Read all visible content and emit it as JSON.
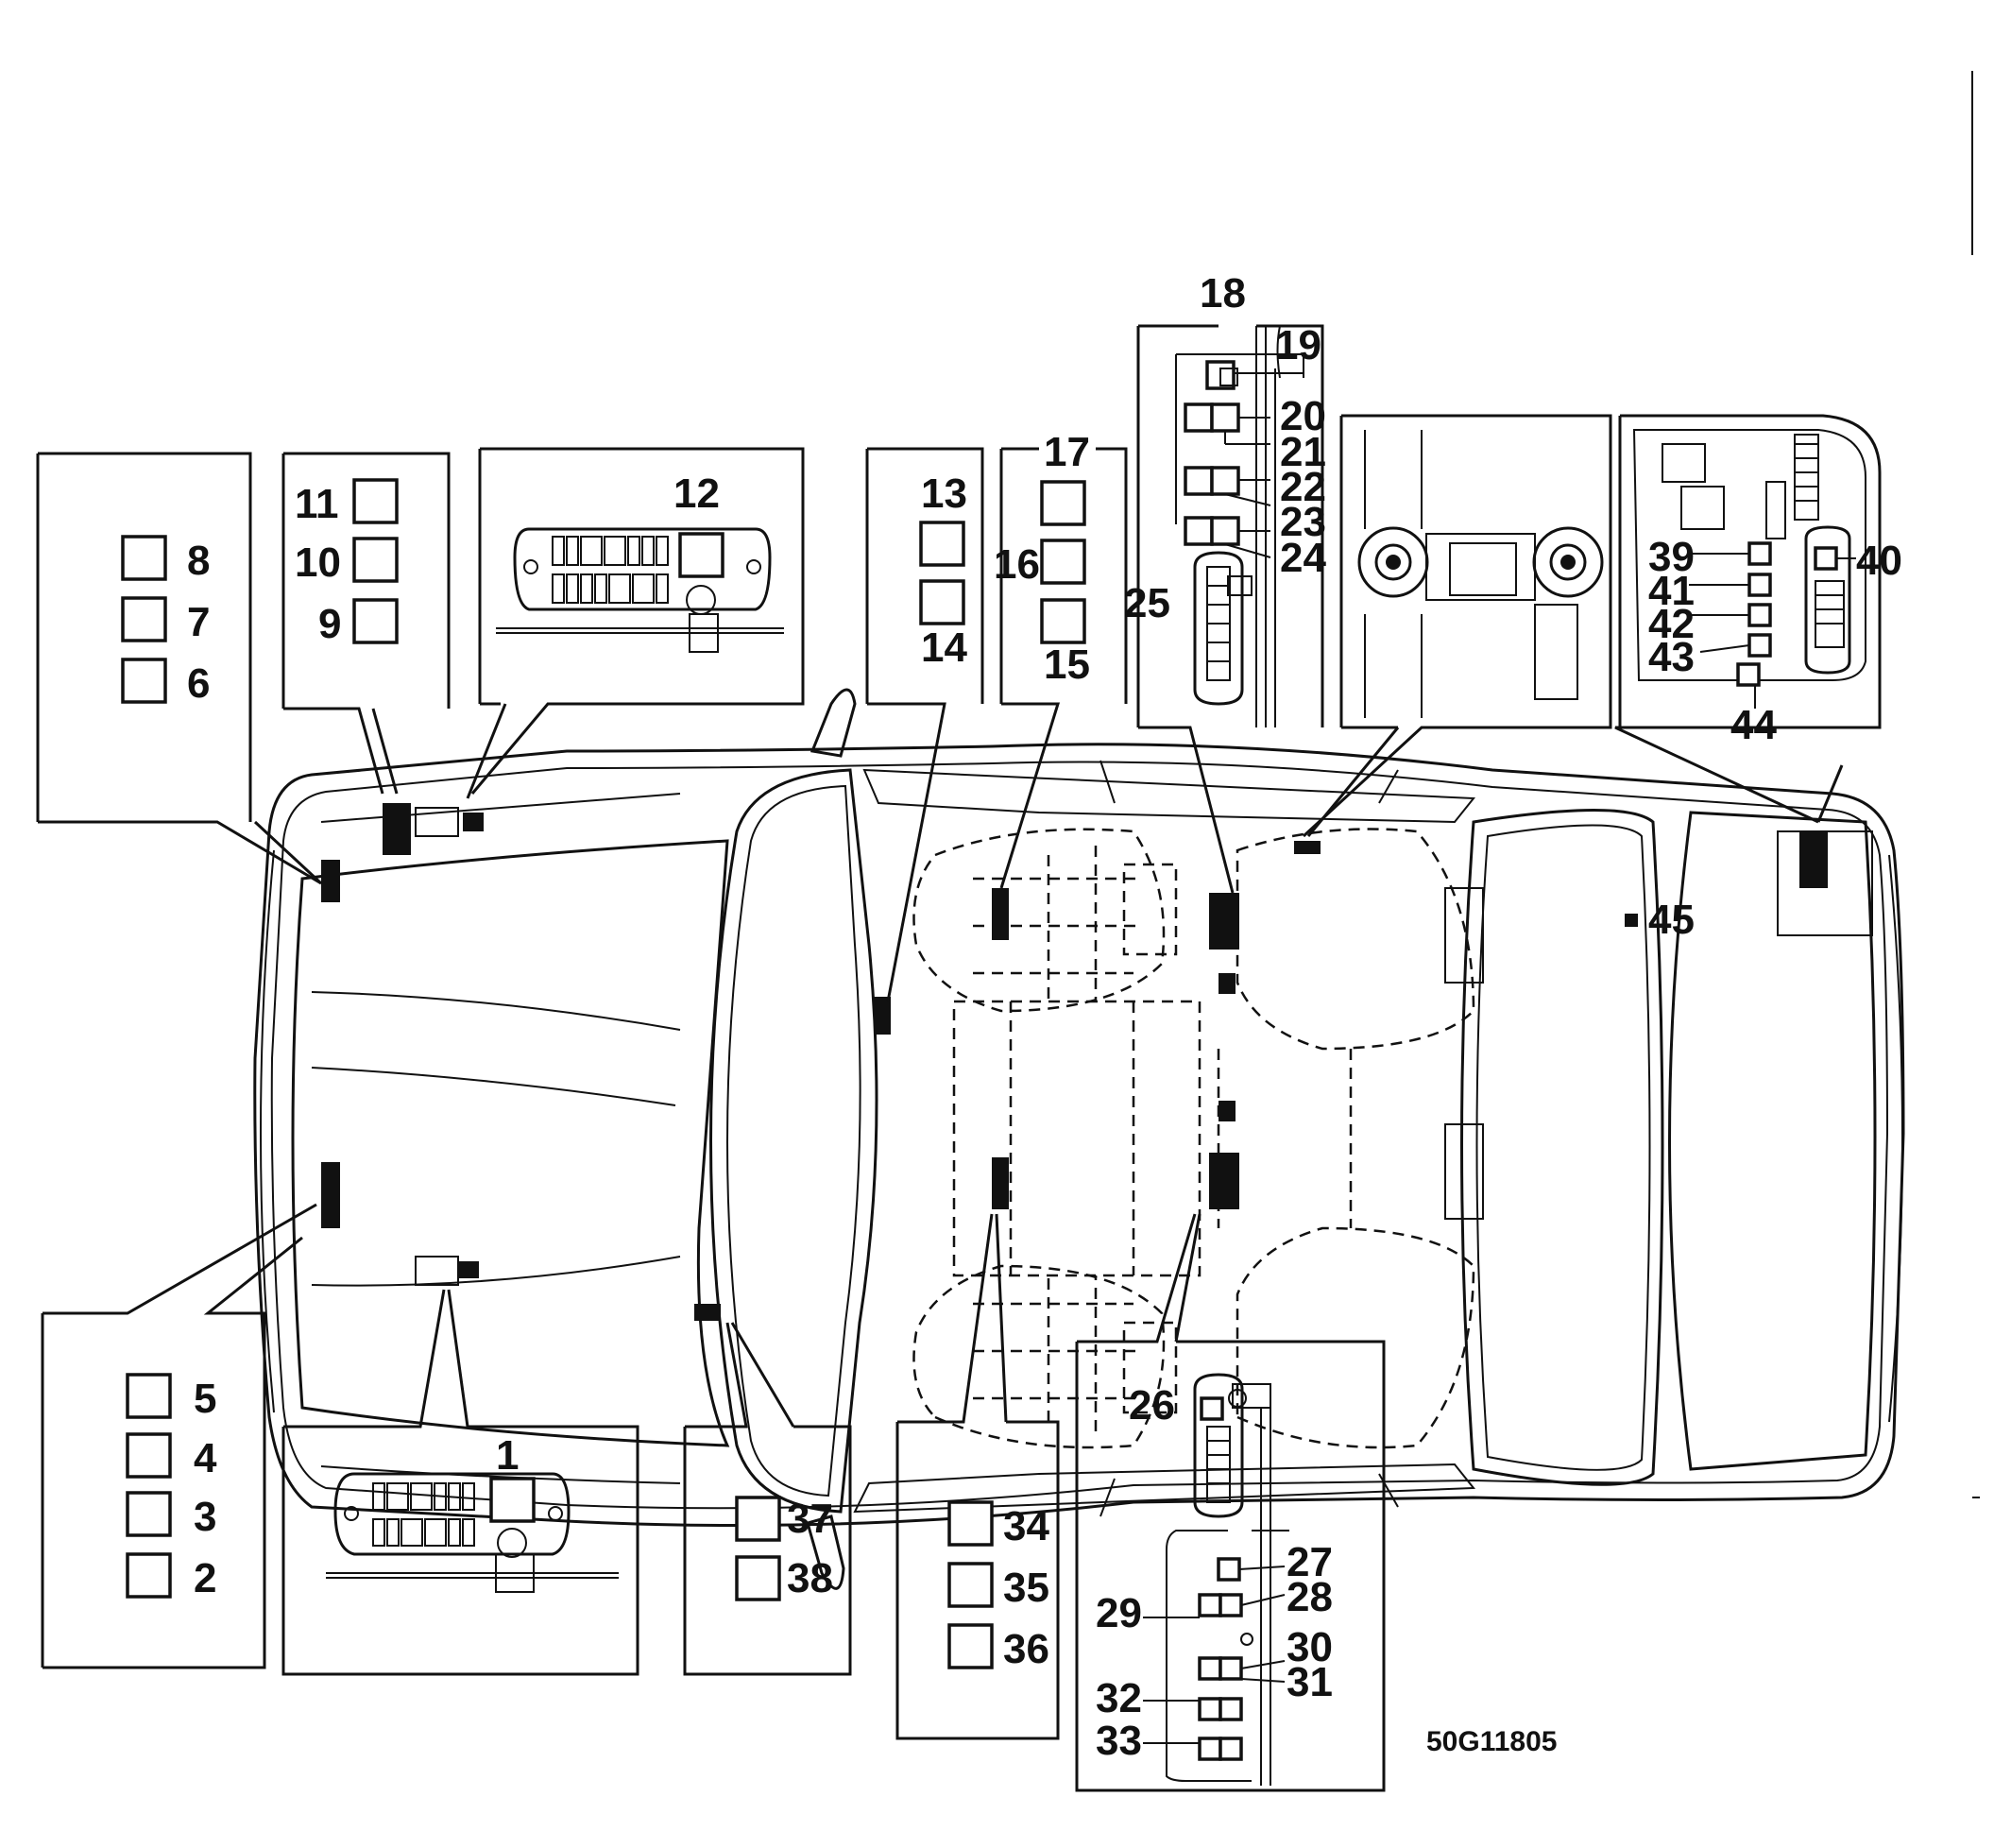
{
  "figure_ref": "50G11805",
  "callouts": {
    "left_upper_group": [
      "8",
      "7",
      "6"
    ],
    "front_upper_group": [
      "11",
      "10",
      "9"
    ],
    "fuse_box_upper": "12",
    "dash_group": [
      "13",
      "14"
    ],
    "front_seat_upper_group": [
      "17",
      "16",
      "15"
    ],
    "center_console_upper_group": [
      "18",
      "19",
      "20",
      "21",
      "22",
      "23",
      "24",
      "25"
    ],
    "trunk_group": [
      "39",
      "40",
      "41",
      "42",
      "43",
      "44"
    ],
    "rear_marker": "45",
    "left_lower_group": [
      "5",
      "4",
      "3",
      "2"
    ],
    "fuse_box_lower": "1",
    "door_group": [
      "37",
      "38"
    ],
    "front_seat_lower_group": [
      "34",
      "35",
      "36"
    ],
    "center_console_lower_group": [
      "26",
      "27",
      "28",
      "29",
      "30",
      "31",
      "32",
      "33"
    ]
  }
}
